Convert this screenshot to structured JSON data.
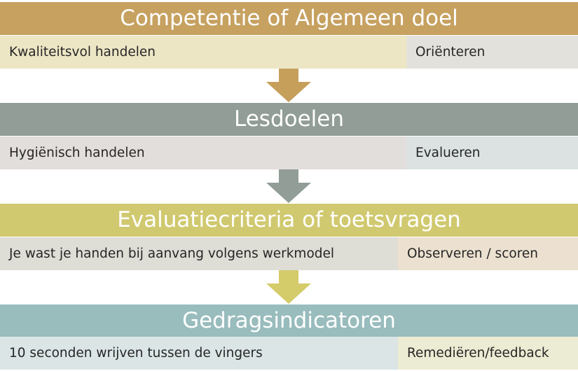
{
  "sections": [
    {
      "title": "Competentie of Algemeen doel",
      "left": "Kwaliteitsvol handelen",
      "right": "Oriënteren"
    },
    {
      "title": "Lesdoelen",
      "left": "Hygiënisch handelen",
      "right": "Evalueren"
    },
    {
      "title": "Evaluatiecriteria of toetsvragen",
      "left": "Je wast je handen bij aanvang volgens werkmodel",
      "right": "Observeren / scoren"
    },
    {
      "title": "Gedragsindicatoren",
      "left": "10 seconden wrijven tussen de vingers",
      "right": "Remediëren/feedback"
    }
  ],
  "colors": {
    "header_1": "#c6a160",
    "header_2": "#919d96",
    "header_3": "#d0c96f",
    "header_4": "#99bcbd",
    "arrow_1": "#c69f5b",
    "arrow_2": "#919d96",
    "arrow_3": "#d4cb6a"
  },
  "icons": [
    "down-arrow-icon",
    "down-arrow-icon",
    "down-arrow-icon"
  ]
}
